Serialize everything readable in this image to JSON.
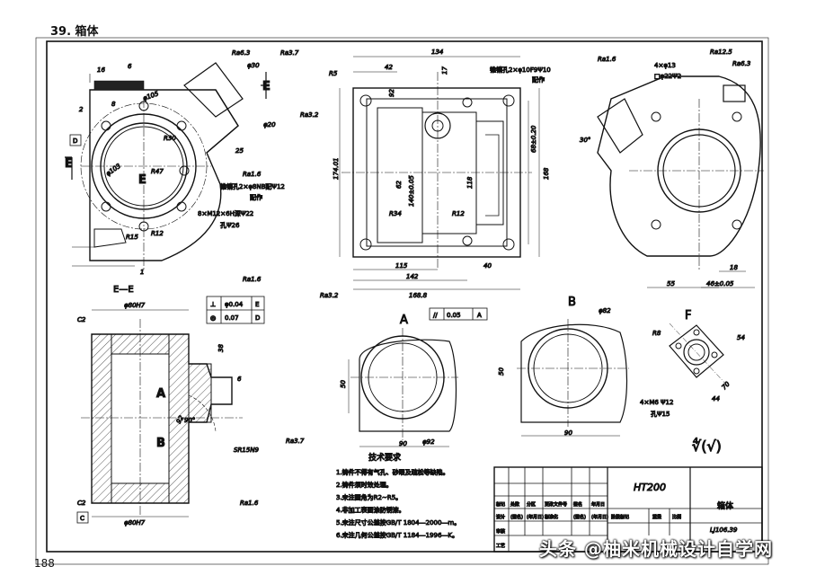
{
  "header": {
    "title": "39. 箱体"
  },
  "footer": {
    "page_number": "188",
    "watermark": "头条 @柚米机械设计自学网"
  },
  "views": {
    "section_ee": "E—E",
    "view_a": "A",
    "view_b": "B",
    "view_f": "F"
  },
  "dims": {
    "d16": "16",
    "d6": "6",
    "d2": "2",
    "d8": "8",
    "phi105": "φ105",
    "r30": "R30",
    "phi103": "φ103",
    "r47": "R47",
    "r15": "R15",
    "r12a": "R12",
    "phi30": "φ30",
    "phi20": "φ20",
    "d25": "25",
    "d1": "1",
    "ra63": "Ra6.3",
    "ra37": "Ra3.7",
    "ra16": "Ra1.6",
    "ra32": "Ra3.2",
    "ra125": "Ra12.5",
    "pin_hole": "锥销孔2×φ8NB配Ψ12",
    "pin_note": "配作",
    "thread": "8×M12×6H深Ψ22",
    "thread_depth": "孔Ψ26",
    "top_134": "134",
    "top_42": "42",
    "top_17": "17",
    "top_92": "92",
    "r5": "R5",
    "pin_hole2": "锥销孔2×φ10F9Ψ10",
    "pin_note2": "配作",
    "d174": "174.01",
    "d62": "62",
    "d40": "140±0.05",
    "d118": "118",
    "r34": "R34",
    "r12b": "R12",
    "d68": "68±0.20",
    "d168": "168",
    "d115": "115",
    "d40b": "40",
    "d142": "142",
    "d168b": "168.8",
    "gt_parallel": "//",
    "gt_value": "0.05",
    "gt_datum": "A",
    "holes4": "4×φ13",
    "holes4b": "□φ22Ψ2",
    "deg30": "30°",
    "d18": "18",
    "d55": "55",
    "d46": "46±0.05",
    "phi80": "φ80H7",
    "c2": "C2",
    "c2b": "C2",
    "phi80b": "φ80H7",
    "d38": "38",
    "d6b": "6",
    "d92": "92",
    "deg90": "90°",
    "sr": "SR15N9",
    "tol_rows": [
      {
        "sym": "⊥",
        "value": "φ0.04",
        "datum": "E"
      },
      {
        "sym": "◎",
        "value": "0.07",
        "datum": "D"
      }
    ],
    "datum_d": "D",
    "datum_e": "E",
    "datum_c": "C",
    "a50": "50",
    "a90": "90",
    "a92": "φ92",
    "b82": "φ82",
    "b50": "50",
    "b90": "90",
    "f_r8": "R8",
    "f_54": "54",
    "f_70": "70",
    "f_44": "44",
    "f_thread": "4×M6 Ψ12",
    "f_depth": "孔Ψ15",
    "roughness_rest": "∜(√)"
  },
  "notes": {
    "title": "技术要求",
    "items": [
      "1.铸件不得有气孔、砂眼及疏松等缺陷。",
      "2.铸件须时效处理。",
      "3.未注圆角为R2~R5。",
      "4.非加工表面涂防锈漆。",
      "5.未注尺寸公差按GB/T 1804—2000—m。",
      "6.未注几何公差按GB/T 1184—1996—K。"
    ]
  },
  "title_block": {
    "material": "HT200",
    "part_name": "箱体",
    "drawing_no": "LJ106.39",
    "row_labels": [
      "标记",
      "设计",
      "审核",
      "工艺"
    ],
    "row_fields": [
      "处数",
      "分区",
      "更改文件号",
      "签名",
      "年月日"
    ],
    "row2_fields": [
      "(签名)",
      "(年月日)",
      "标准化",
      "(签名)",
      "(年月日)"
    ],
    "stage_label": "阶段标记",
    "weight_label": "重量",
    "scale_label": "比例"
  }
}
